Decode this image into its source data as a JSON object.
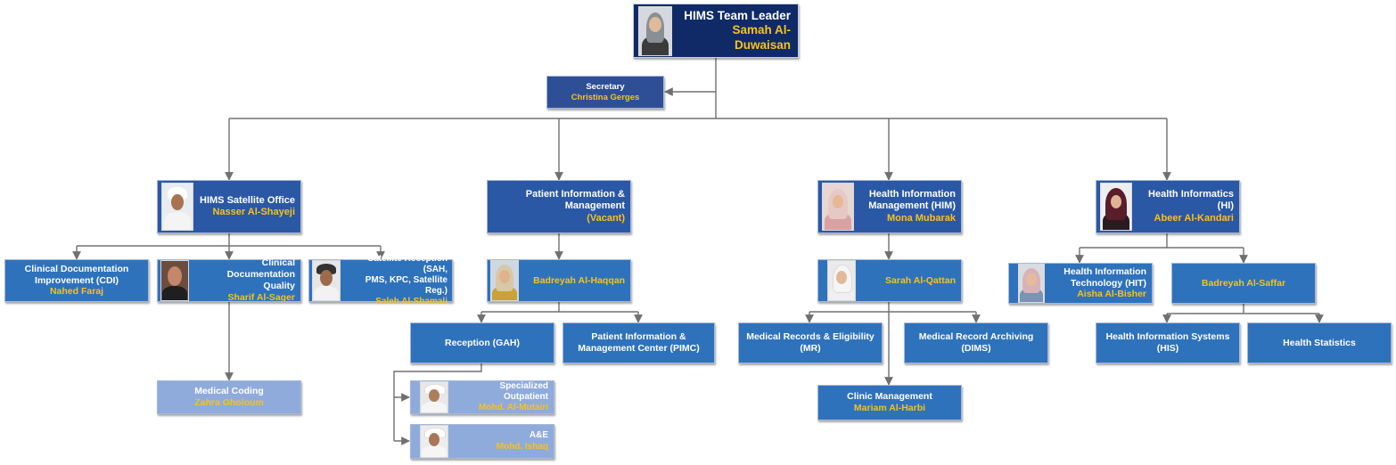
{
  "nodes": {
    "leader": {
      "title": "HIMS Team Leader",
      "name": "Samah Al-Duwaisan"
    },
    "secretary": {
      "title": "Secretary",
      "name": "Christina Gerges"
    },
    "satellite": {
      "title": "HIMS Satellite Office",
      "name": "Nasser Al-Shayeji"
    },
    "pim": {
      "title_line1": "Patient Information &",
      "title_line2": "Management",
      "name": "(Vacant)"
    },
    "him": {
      "title_line1": "Health Information",
      "title_line2": "Management (HIM)",
      "name": "Mona Mubarak"
    },
    "hi": {
      "title_line1": "Health Informatics",
      "title_line2": "(HI)",
      "name": "Abeer Al-Kandari"
    },
    "cdi": {
      "title_line1": "Clinical Documentation",
      "title_line2": "Improvement (CDI)",
      "name": "Nahed Faraj"
    },
    "cdq": {
      "title_line1": "Clinical Documentation",
      "title_line2": "Quality",
      "name": "Sharif Al-Sager"
    },
    "satrec": {
      "title_line1": "Satellite Reception (SAH,",
      "title_line2": "PMS, KPC, Satellite Reg.)",
      "name": "Saleh Al-Shamali"
    },
    "coding": {
      "title": "Medical Coding",
      "name": "Zahra Gholoum"
    },
    "badreyah_h": {
      "name": "Badreyah Al-Haqqan"
    },
    "reception": {
      "title": "Reception (GAH)"
    },
    "pimc": {
      "title_line1": "Patient Information &",
      "title_line2": "Management Center (PIMC)"
    },
    "specialized": {
      "title": "Specialized Outpatient",
      "name": "Mohd. Al-Mutairi"
    },
    "ae": {
      "title": "A&E",
      "name": "Mohd. Ishaq"
    },
    "sarah": {
      "name": "Sarah Al-Qattan"
    },
    "mr": {
      "title_line1": "Medical Records & Eligibility",
      "title_line2": "(MR)"
    },
    "dims": {
      "title_line1": "Medical Record Archiving",
      "title_line2": "(DIMS)"
    },
    "clinic": {
      "title": "Clinic Management",
      "name": "Mariam Al-Harbi"
    },
    "hit": {
      "title_line1": "Health Information",
      "title_line2": "Technology (HIT)",
      "name": "Aisha Al-Bisher"
    },
    "badreyah_s": {
      "name": "Badreyah Al-Saffar"
    },
    "his": {
      "title_line1": "Health Information Systems",
      "title_line2": "(HIS)"
    },
    "stats": {
      "title": "Health Statistics"
    }
  },
  "colors": {
    "top": "#0f2a66",
    "secretary": "#2e4f96",
    "level2": "#2a58a5",
    "standard": "#2f72bc",
    "light": "#8fabdc",
    "title_text": "#ffffff",
    "name_text": "#f7c21b",
    "connector": "#707070"
  }
}
